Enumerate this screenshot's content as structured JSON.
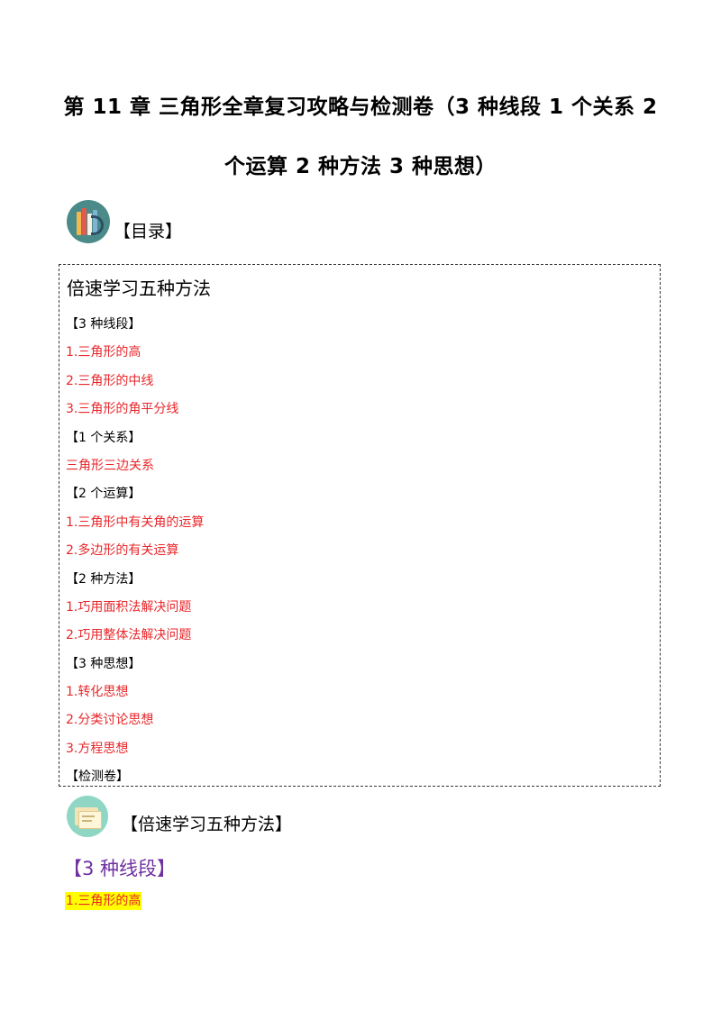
{
  "title": {
    "line1": "第 11 章  三角形全章复习攻略与检测卷（3 种线段 1 个关系 2",
    "line2": "个运算 2 种方法 3 种思想）"
  },
  "toc": {
    "heading": "【目录】",
    "box_title": "倍速学习五种方法",
    "items": [
      {
        "text": "【3 种线段】",
        "type": "category"
      },
      {
        "text": "1.三角形的高",
        "type": "link"
      },
      {
        "text": "2.三角形的中线",
        "type": "link"
      },
      {
        "text": "3.三角形的角平分线",
        "type": "link"
      },
      {
        "text": "【1 个关系】",
        "type": "category"
      },
      {
        "text": "三角形三边关系",
        "type": "link"
      },
      {
        "text": "【2 个运算】",
        "type": "category"
      },
      {
        "text": "1.三角形中有关角的运算",
        "type": "link"
      },
      {
        "text": "2.多边形的有关运算",
        "type": "link"
      },
      {
        "text": "【2 种方法】",
        "type": "category"
      },
      {
        "text": "1.巧用面积法解决问题",
        "type": "link"
      },
      {
        "text": "2.巧用整体法解决问题",
        "type": "link"
      },
      {
        "text": "【3 种思想】",
        "type": "category"
      },
      {
        "text": "1.转化思想",
        "type": "link"
      },
      {
        "text": "2.分类讨论思想",
        "type": "link"
      },
      {
        "text": "3.方程思想",
        "type": "link"
      },
      {
        "text": "【检测卷】",
        "type": "category"
      }
    ]
  },
  "section": {
    "heading": "【倍速学习五种方法】",
    "subheading": "【3 种线段】",
    "first_item": "1.三角形的高"
  },
  "colors": {
    "link": "#e8262a",
    "subheading": "#7030a0",
    "highlight": "#ffff00",
    "book_icon_bg": "#4a8a89",
    "folder_icon_bg": "#8fd6c4"
  },
  "icons": {
    "toc": "book-icon",
    "section": "folder-icon"
  }
}
